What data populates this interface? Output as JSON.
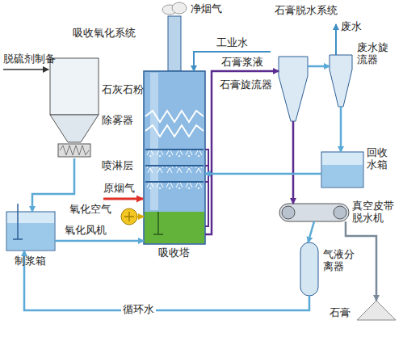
{
  "diagram": {
    "nodes": [
      {
        "text": [
          "石灰石粉"
        ]
      },
      {
        "text": [
          "制浆箱"
        ]
      },
      {
        "text": [
          "吸收塔"
        ]
      },
      {
        "text": [
          "石膏旋流器"
        ]
      },
      {
        "text": [
          "废水旋流器"
        ]
      },
      {
        "text": [
          "回收水箱"
        ]
      },
      {
        "text": [
          "真空皮带脱水机"
        ]
      },
      {
        "text": [
          "气液分离器"
        ]
      },
      {
        "text": [
          "氧化风机"
        ]
      },
      {
        "text": [
          "石膏"
        ]
      }
    ],
    "edges": [
      {
        "from": 0,
        "to": 1,
        "arrow": "to"
      },
      {
        "from": 1,
        "to": 2,
        "arrow": "to"
      },
      {
        "from": 8,
        "to": 2,
        "arrow": "to"
      },
      {
        "from": 2,
        "to": 3,
        "label": "石膏浆液",
        "arrow": "to"
      },
      {
        "from": 3,
        "to": 4,
        "arrow": "to"
      },
      {
        "from": 3,
        "to": 6,
        "arrow": "to"
      },
      {
        "from": 4,
        "to": 5,
        "arrow": "to"
      },
      {
        "from": 5,
        "to": 2,
        "arrow": "to"
      },
      {
        "from": 6,
        "to": 7,
        "arrow": "to"
      },
      {
        "from": 6,
        "to": 9,
        "arrow": "to"
      },
      {
        "from": 7,
        "to": 1,
        "label": "循环水",
        "arrow": "to"
      }
    ],
    "labels": [
      "净烟气",
      "石膏脱水系统",
      "吸收氧化系统",
      "工业水",
      "废水",
      "脱硫剂制备",
      "除雾器",
      "喷淋层",
      "原烟气",
      "氧化空气"
    ]
  }
}
